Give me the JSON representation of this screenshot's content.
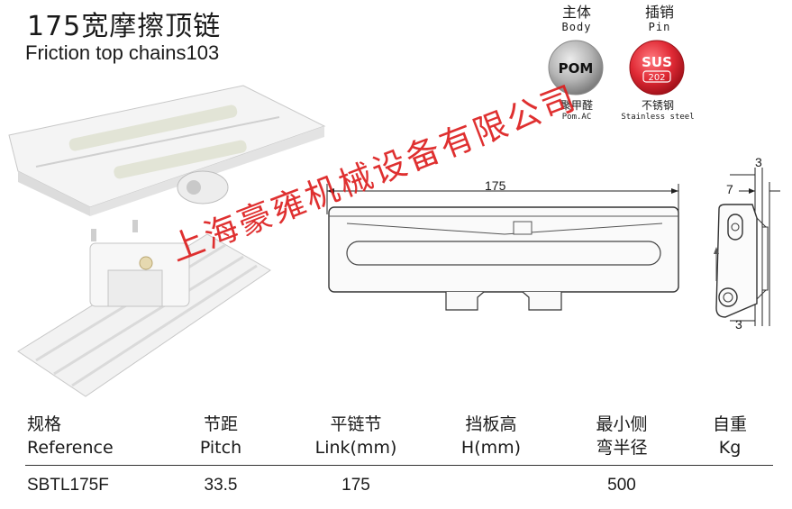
{
  "title": {
    "cn": "175宽摩擦顶链",
    "en": "Friction top chains103"
  },
  "materials": {
    "body": {
      "cn": "主体",
      "en": "Body",
      "badge": "POM",
      "cn_name": "聚甲醛",
      "en_name": "Pom.AC",
      "color": "#a9a9a9"
    },
    "pin": {
      "cn": "插销",
      "en": "Pin",
      "badge_main": "SUS",
      "badge_sub": "202",
      "cn_name": "不锈钢",
      "en_name": "Stainless steel",
      "color": "#e02a35"
    }
  },
  "drawing": {
    "width_label": "175",
    "side_dims": {
      "top": "3",
      "right_thickness": "7",
      "bottom": "3"
    }
  },
  "watermark": "上海豪雍机械设备有限公司",
  "table": {
    "headers": [
      {
        "cn": "规格",
        "en": "Reference"
      },
      {
        "cn": "节距",
        "en": "Pitch"
      },
      {
        "cn": "平链节",
        "en": "Link(mm)"
      },
      {
        "cn": "挡板高",
        "en": "H(mm)"
      },
      {
        "cn": "最小侧",
        "en": "弯半径"
      },
      {
        "cn": "自重",
        "en": "Kg"
      }
    ],
    "rows": [
      [
        "SBTL175F",
        "33.5",
        "175",
        "",
        "500",
        ""
      ]
    ]
  }
}
